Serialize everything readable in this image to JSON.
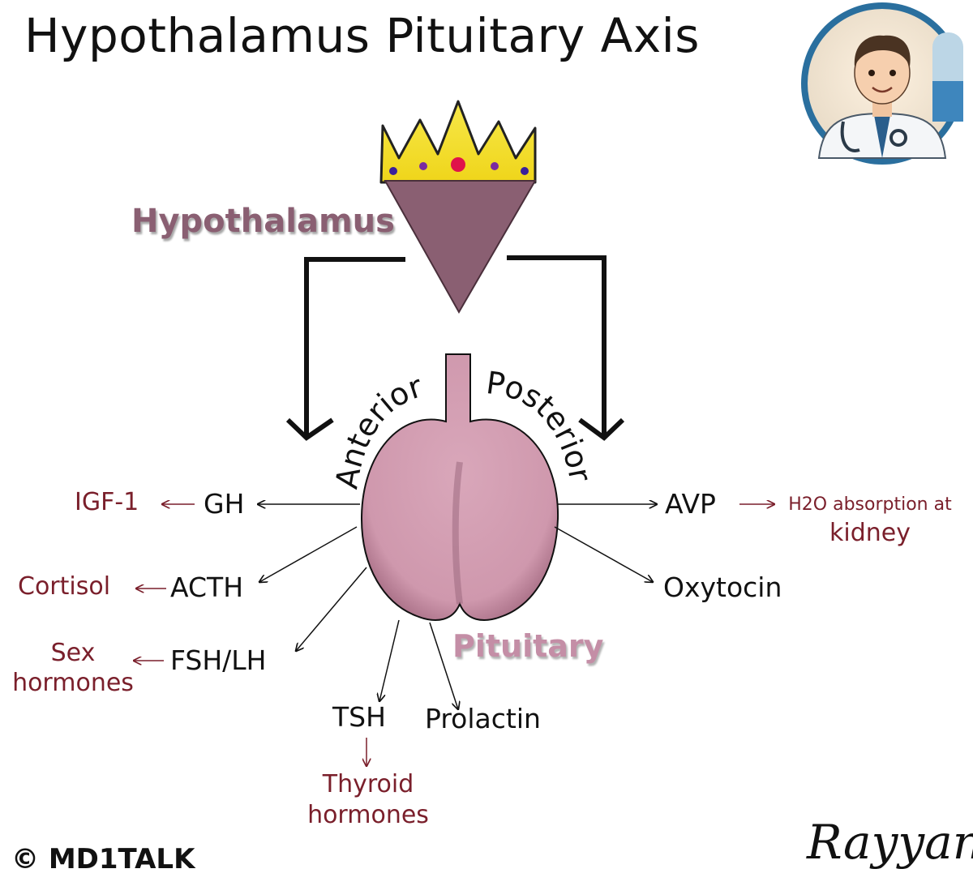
{
  "title": "Hypothalamus Pituitary Axis",
  "hypothalamus_label": "Hypothalamus",
  "pituitary_label": "Pituitary",
  "anterior_label": "Anterior",
  "posterior_label": "Posterior",
  "anterior_hormones": {
    "gh": "GH",
    "acth": "ACTH",
    "fsh_lh": "FSH/LH",
    "tsh": "TSH",
    "prolactin": "Prolactin"
  },
  "posterior_hormones": {
    "avp": "AVP",
    "oxytocin": "Oxytocin"
  },
  "downstream": {
    "igf1": "IGF-1",
    "cortisol": "Cortisol",
    "sex_hormones_line1": "Sex",
    "sex_hormones_line2": "hormones",
    "thyroid_line1": "Thyroid",
    "thyroid_line2": "hormones",
    "h2o_line1": "H2O absorption at",
    "h2o_line2": "kidney"
  },
  "copyright": "© MD1TALK",
  "signature": "Rayyan",
  "colors": {
    "hypothalamus_fill": "#8a5f72",
    "pituitary_fill": "#d19db1",
    "crown_fill": "#f5e11e",
    "downstream_text": "#7a1f2b",
    "pituitary_label": "#c48ea6"
  },
  "icons": [
    "crown-icon",
    "doctor-avatar-icon"
  ]
}
